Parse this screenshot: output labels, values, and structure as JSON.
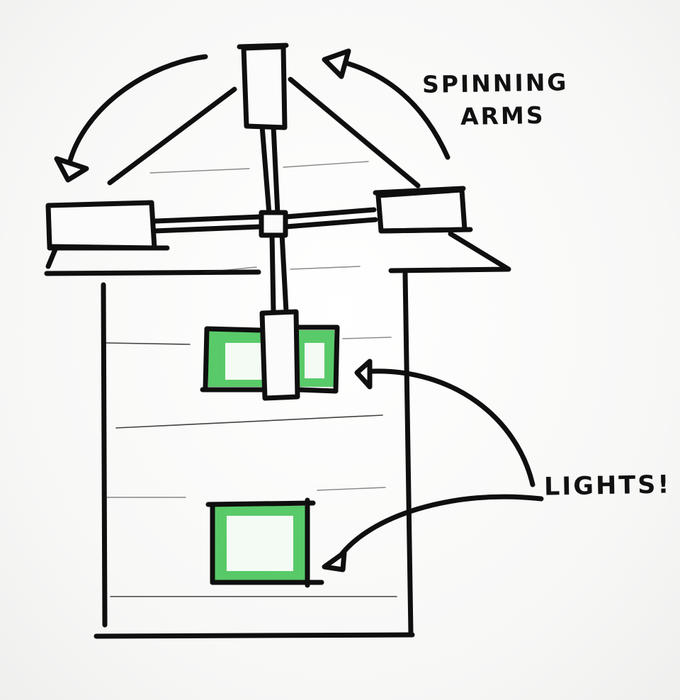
{
  "annotations": {
    "spinning_line1": "SPINNING",
    "spinning_line2": "ARMS",
    "lights": "LIGHTS!"
  },
  "colors": {
    "ink": "#0f0f0f",
    "marker_green": "#3cc14f",
    "marker_green_dark": "#1f9a32",
    "paper": "#fbfbfa"
  }
}
